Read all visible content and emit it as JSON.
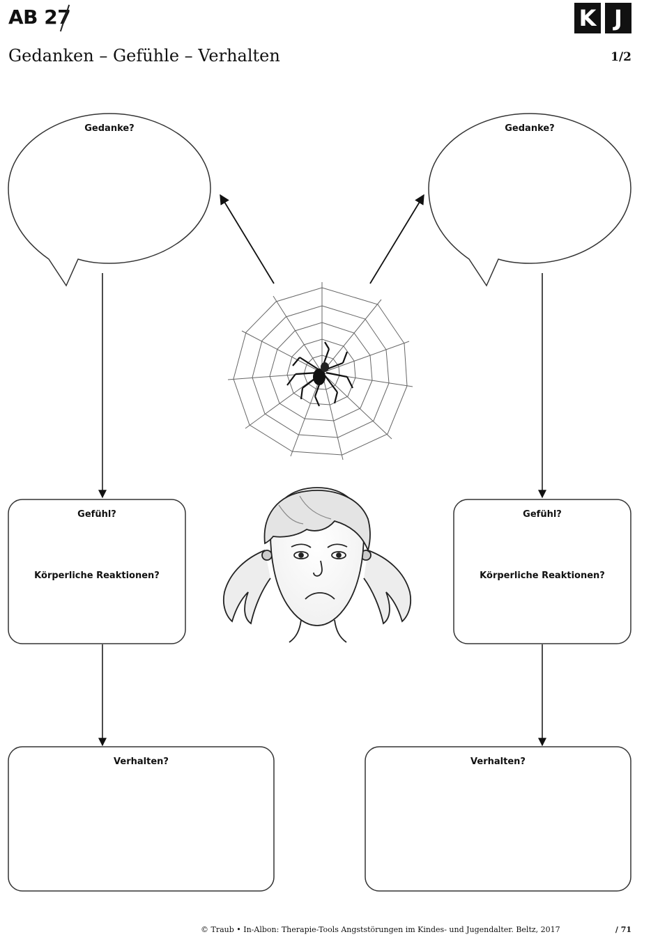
{
  "header": {
    "code": "AB 27",
    "logo_letters": [
      "K",
      "J"
    ],
    "subtitle": "Gedanken – Gefühle – Verhalten",
    "page": "1/2"
  },
  "left": {
    "thought": "Gedanke?",
    "feeling": "Gefühl?",
    "body": "Körperliche Reaktionen?",
    "behavior": "Verhalten?"
  },
  "right": {
    "thought": "Gedanke?",
    "feeling": "Gefühl?",
    "body": "Körperliche Reaktionen?",
    "behavior": "Verhalten?"
  },
  "illustrations": {
    "spider": "spider-web-icon",
    "girl": "sad-girl-icon"
  },
  "footer": {
    "citation": "© Traub • In-Albon: Therapie-Tools Angststörungen im Kindes- und Jugendalter. Beltz, 2017",
    "page": "/ 71"
  }
}
